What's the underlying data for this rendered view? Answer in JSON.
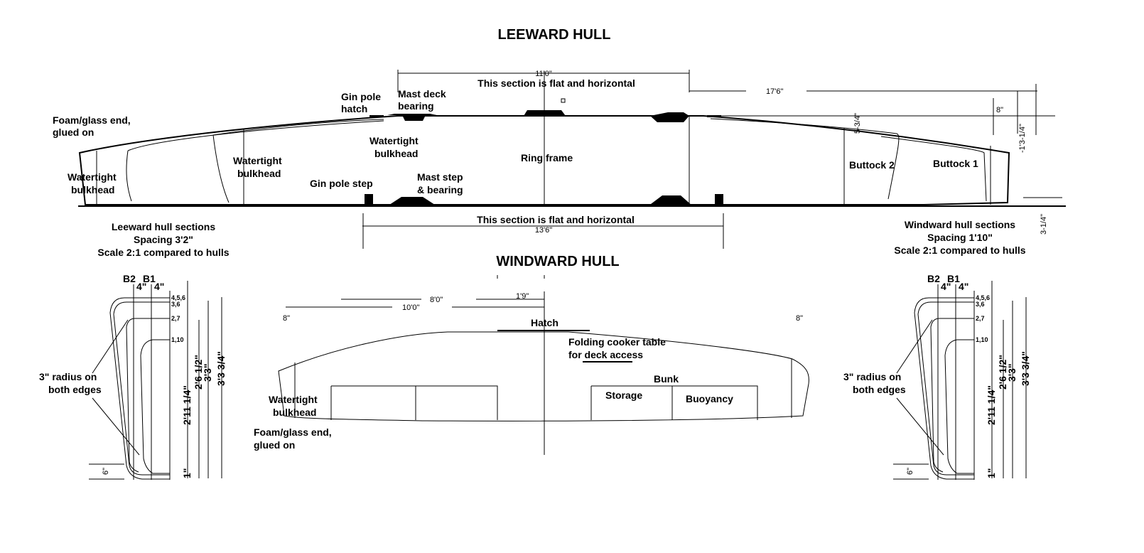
{
  "leeward": {
    "title": "LEEWARD HULL",
    "dim_top": "11'0\"",
    "flat_top": "This section is flat  and horizontal",
    "dim_17_6": "17'6\"",
    "dim_8": "8\"",
    "dim_1_3_1_4": "-1'3-1/4\"",
    "dim_5_3_4": "5-3/4\"",
    "dim_3_1_4": "3-1/4\"",
    "gin_pole_hatch": [
      "Gin pole",
      "hatch"
    ],
    "mast_deck_bearing": [
      "Mast deck",
      "bearing"
    ],
    "foam_end": [
      "Foam/glass end,",
      "glued on"
    ],
    "bulkhead_1": [
      "Watertight",
      "bulkhead"
    ],
    "bulkhead_2": [
      "Watertight",
      "bulkhead"
    ],
    "bulkhead_3": [
      "Watertight",
      "bulkhead"
    ],
    "ring_frame": "Ring frame",
    "buttock_2": "Buttock 2",
    "buttock_1": "Buttock 1",
    "gin_pole_step": "Gin pole step",
    "mast_step": [
      "Mast step",
      "& bearing"
    ],
    "flat_bottom": "This section is flat and horizontal",
    "dim_13_6": "13'6\""
  },
  "leeward_sections": [
    "Leeward hull sections",
    "Spacing 3'2\"",
    "Scale 2:1 compared to hulls"
  ],
  "windward_sections": [
    "Windward hull sections",
    "Spacing 1'10\"",
    "Scale 2:1 compared to hulls"
  ],
  "windward": {
    "title": "WINDWARD HULL",
    "dim_8_0": "8'0\"",
    "dim_1_9": "1'9\"",
    "dim_10_0": "10'0\"",
    "dim_8_left": "8\"",
    "dim_8_right": "8\"",
    "hatch": "Hatch",
    "cooker": [
      "Folding cooker table",
      "for deck access"
    ],
    "bunk": "Bunk",
    "storage": "Storage",
    "buoyancy": "Buoyancy",
    "bulkhead": [
      "Watertight",
      "bulkhead"
    ],
    "foam_end": [
      "Foam/glass end,",
      "glued on"
    ]
  },
  "section": {
    "b2": "B2",
    "b1": "B1",
    "sp1": "4\"",
    "sp2": "4\"",
    "st_456": "4,5,6",
    "st_36": "3,6",
    "st_27": "2,7",
    "st_110": "1,10",
    "h1": "2'11 1/4\"",
    "h2": "2'6 1/2\"",
    "h3": "3'3\"",
    "h4": "3'3 3/4\"",
    "bottom": "1\"",
    "six": "6\"",
    "radius": [
      "3\" radius on",
      "both edges"
    ]
  }
}
